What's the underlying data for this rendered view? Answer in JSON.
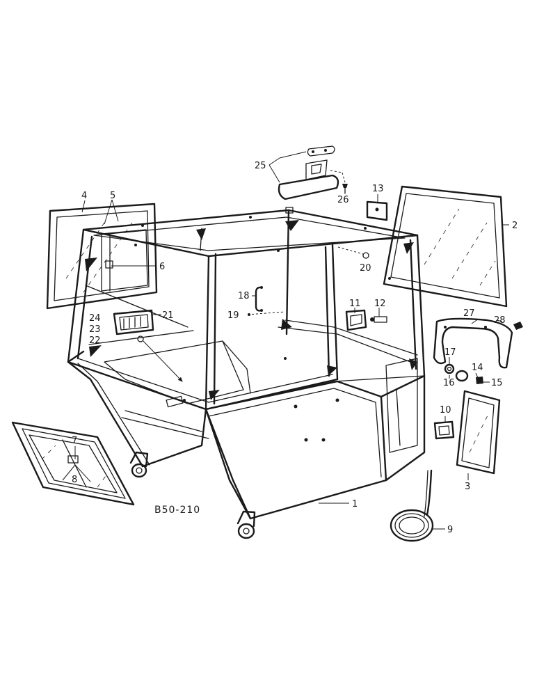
{
  "drawing_code": "B50-210",
  "callouts": [
    "1",
    "2",
    "3",
    "4",
    "5",
    "6",
    "7",
    "8",
    "9",
    "10",
    "11",
    "12",
    "13",
    "14",
    "15",
    "16",
    "17",
    "18",
    "19",
    "20",
    "21",
    "22",
    "23",
    "24",
    "25",
    "26",
    "27",
    "28"
  ]
}
